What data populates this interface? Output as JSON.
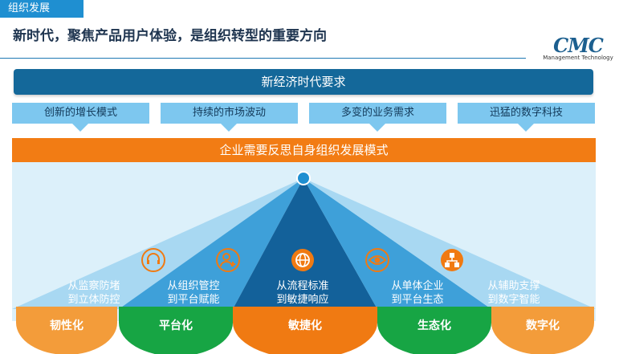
{
  "header": {
    "section_tag": "组织发展",
    "headline": "新时代，聚焦产品用户体验，是组织转型的重要方向",
    "logo_text": "CMC",
    "logo_subtitle": "Management Technology"
  },
  "banner": {
    "title": "新经济时代要求"
  },
  "trends": [
    {
      "label": "创新的增长模式"
    },
    {
      "label": "持续的市场波动"
    },
    {
      "label": "多变的业务需求"
    },
    {
      "label": "迅猛的数字科技"
    }
  ],
  "orange_bar": {
    "title": "企业需要反思自身组织发展模式"
  },
  "sectors": [
    {
      "caption_line1": "从监察防堵",
      "caption_line2": "到立体防控",
      "label": "韧性化",
      "color": "#f39c3a",
      "icon": ""
    },
    {
      "caption_line1": "从组织管控",
      "caption_line2": "到平台赋能",
      "label": "平台化",
      "color": "#17a544",
      "icon": "add-user-icon"
    },
    {
      "caption_line1": "从流程标准",
      "caption_line2": "到敏捷响应",
      "label": "敏捷化",
      "color": "#f07a12",
      "icon": "globe-icon"
    },
    {
      "caption_line1": "从单体企业",
      "caption_line2": "到平台生态",
      "label": "生态化",
      "color": "#17a544",
      "icon": "eye-icon"
    },
    {
      "caption_line1": "从辅助支撑",
      "caption_line2": "到数字智能",
      "label": "数字化",
      "color": "#f39c3a",
      "icon": "network-icon"
    }
  ],
  "extra_icons": [
    "headset-icon"
  ],
  "colors": {
    "primary_blue": "#14689a",
    "light_blue": "#6fc0ea",
    "orange": "#f27c14",
    "green": "#17a544"
  }
}
